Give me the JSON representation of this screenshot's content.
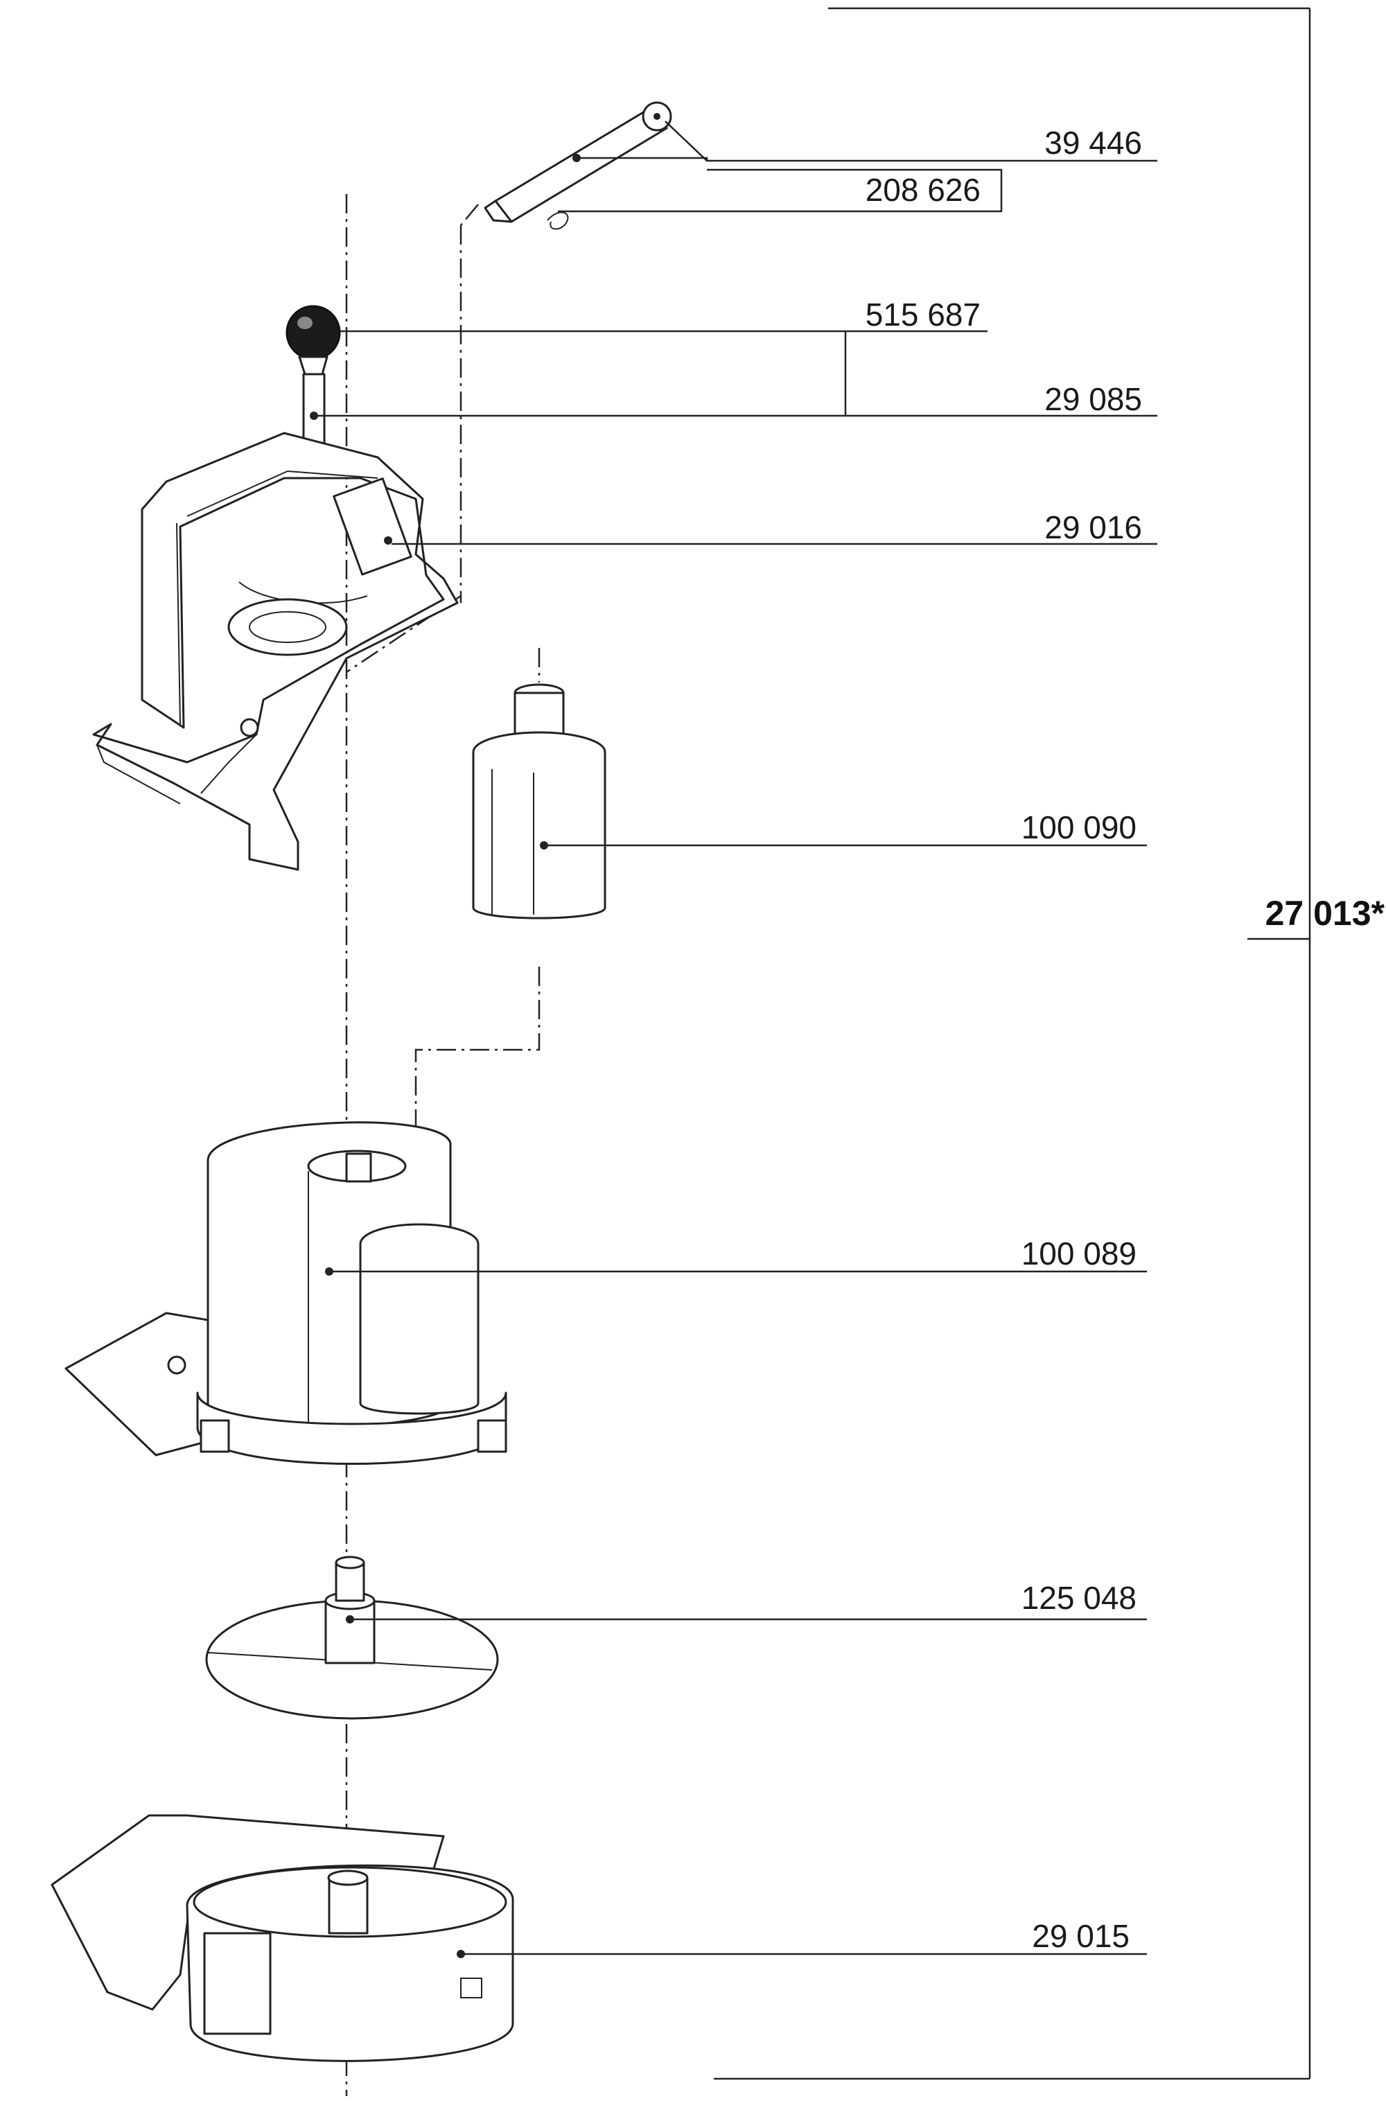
{
  "assembly_number": "27 013*",
  "parts": [
    {
      "id": "p1",
      "number": "39 446"
    },
    {
      "id": "p2",
      "number": "208 626"
    },
    {
      "id": "p3",
      "number": "515 687"
    },
    {
      "id": "p4",
      "number": "29 085"
    },
    {
      "id": "p5",
      "number": "29 016"
    },
    {
      "id": "p6",
      "number": "100 090"
    },
    {
      "id": "p7",
      "number": "100 089"
    },
    {
      "id": "p8",
      "number": "125 048"
    },
    {
      "id": "p9",
      "number": "29 015"
    }
  ]
}
